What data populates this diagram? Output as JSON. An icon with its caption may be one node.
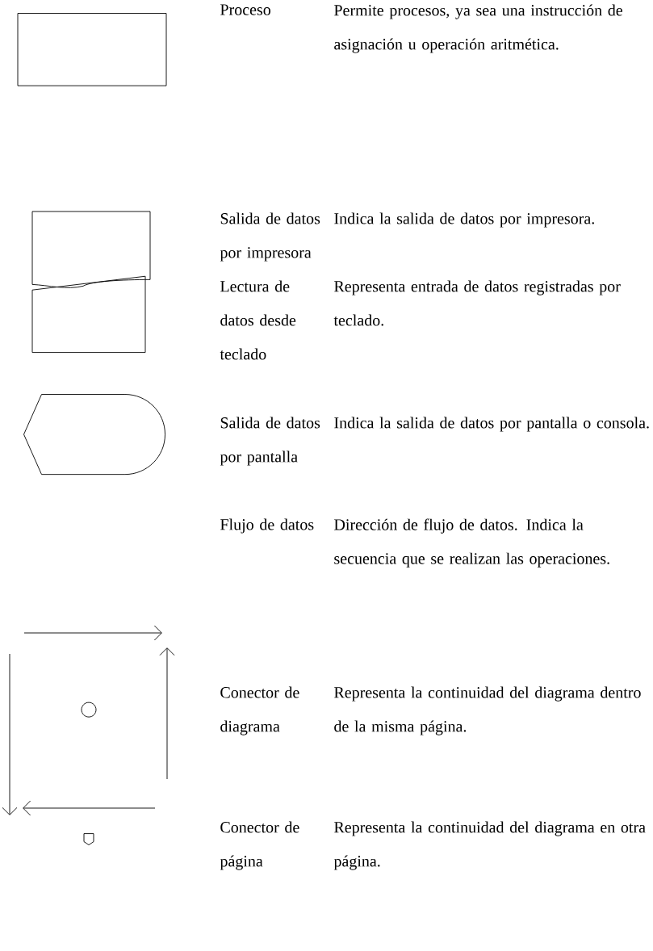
{
  "diagram": {
    "nodes": [
      {
        "text": [],
        "shape": "box"
      },
      {
        "text": [],
        "shape": "document"
      },
      {
        "text": [],
        "shape": "trapezoid"
      },
      {
        "text": [],
        "shape": "display"
      },
      {
        "text": [],
        "shape": "circle"
      },
      {
        "text": [],
        "shape": "pentagon"
      }
    ],
    "labels": [
      "Proceso",
      "Permite procesos, ya sea una instrucción de asignación u operación aritmética.",
      "Salida de datos por impresora",
      "Indica la salida de datos por impresora.",
      "Lectura de datos desde teclado",
      "Representa entrada de datos registradas por teclado.",
      "Salida de datos por pantalla",
      "Indica la salida de datos por pantalla o consola.",
      "Flujo de datos",
      "Dirección de flujo de datos. Indica la secuencia que se realizan las operaciones.",
      "Conector de diagrama",
      "Representa la continuidad del diagrama dentro de la misma página.",
      "Conector de página",
      "Representa la continuidad del diagrama en otra página."
    ]
  }
}
